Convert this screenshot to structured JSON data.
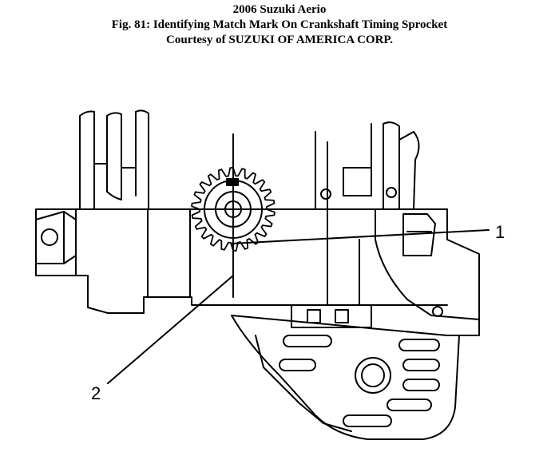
{
  "header": {
    "title": "2006 Suzuki Aerio",
    "figure_caption": "Fig. 81: Identifying Match Mark On Crankshaft Timing Sprocket",
    "courtesy": "Courtesy of SUZUKI OF AMERICA CORP."
  },
  "diagram": {
    "callouts": [
      {
        "label": "1"
      },
      {
        "label": "2"
      }
    ]
  }
}
